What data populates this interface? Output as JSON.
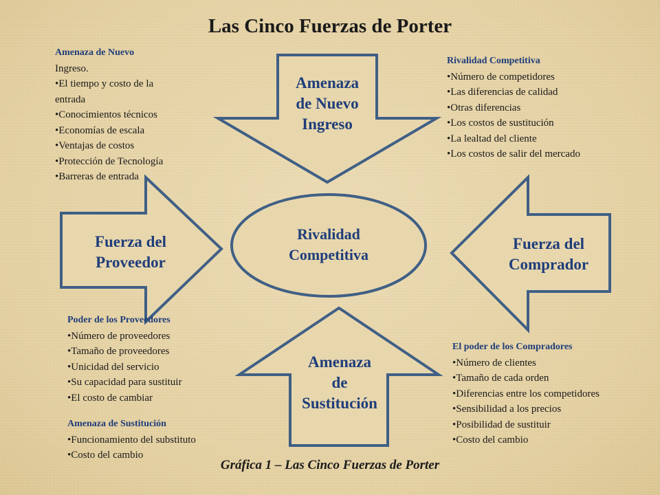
{
  "title": "Las Cinco Fuerzas de Porter",
  "caption": "Gráfica 1 – Las Cinco Fuerzas de Porter",
  "colors": {
    "shape_fill": "#e8d7ad",
    "shape_stroke": "#3f5f85",
    "label_blue": "#1f3d7a",
    "text_dark": "#1a1a1a"
  },
  "shapes": {
    "top_arrow": [
      "Amenaza",
      "de Nuevo",
      "Ingreso"
    ],
    "left_arrow": [
      "Fuerza del",
      "Proveedor"
    ],
    "right_arrow": [
      "Fuerza del",
      "Comprador"
    ],
    "bottom_arrow": [
      "Amenaza",
      "de",
      "Sustitución"
    ],
    "center_ellipse": [
      "Rivalidad",
      "Competitiva"
    ]
  },
  "blocks": {
    "nuevo_ingreso": {
      "heading": "Amenaza de Nuevo",
      "heading_cont": "Ingreso.",
      "items": [
        "El tiempo y costo de la",
        "entrada",
        "Conocimientos técnicos",
        "Economías de escala",
        "Ventajas de costos",
        "Protección de Tecnología",
        "Barreras de entrada"
      ]
    },
    "rivalidad": {
      "heading": "Rivalidad Competitiva",
      "items": [
        "Número de competidores",
        "Las diferencias de calidad",
        "Otras diferencias",
        "Los costos de sustitución",
        "La lealtad del cliente",
        "Los costos de salir del mercado"
      ]
    },
    "proveedores": {
      "heading": "Poder de los Proveedores",
      "items": [
        "Número de proveedores",
        "Tamaño de proveedores",
        "Unicidad del servicio",
        "Su capacidad para sustituir",
        "El costo de cambiar"
      ]
    },
    "sustitucion": {
      "heading": "Amenaza de Sustitución",
      "items": [
        "Funcionamiento del substituto",
        "Costo del cambio"
      ]
    },
    "compradores": {
      "heading": "El poder de los Compradores",
      "items": [
        "Número de clientes",
        "Tamaño de cada orden",
        "Diferencias entre los competidores",
        "Sensibilidad a los precios",
        "Posibilidad de sustituir",
        "Costo del cambio"
      ]
    }
  }
}
